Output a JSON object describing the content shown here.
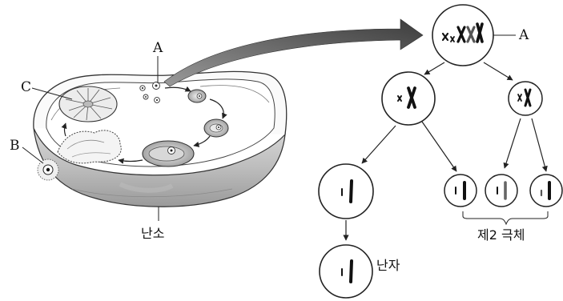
{
  "labels": {
    "a_ovary": "A",
    "b": "B",
    "c": "C",
    "a_cell": "A",
    "ovary": "난소",
    "second_polar_body": "제2 극체",
    "egg": "난자"
  }
}
